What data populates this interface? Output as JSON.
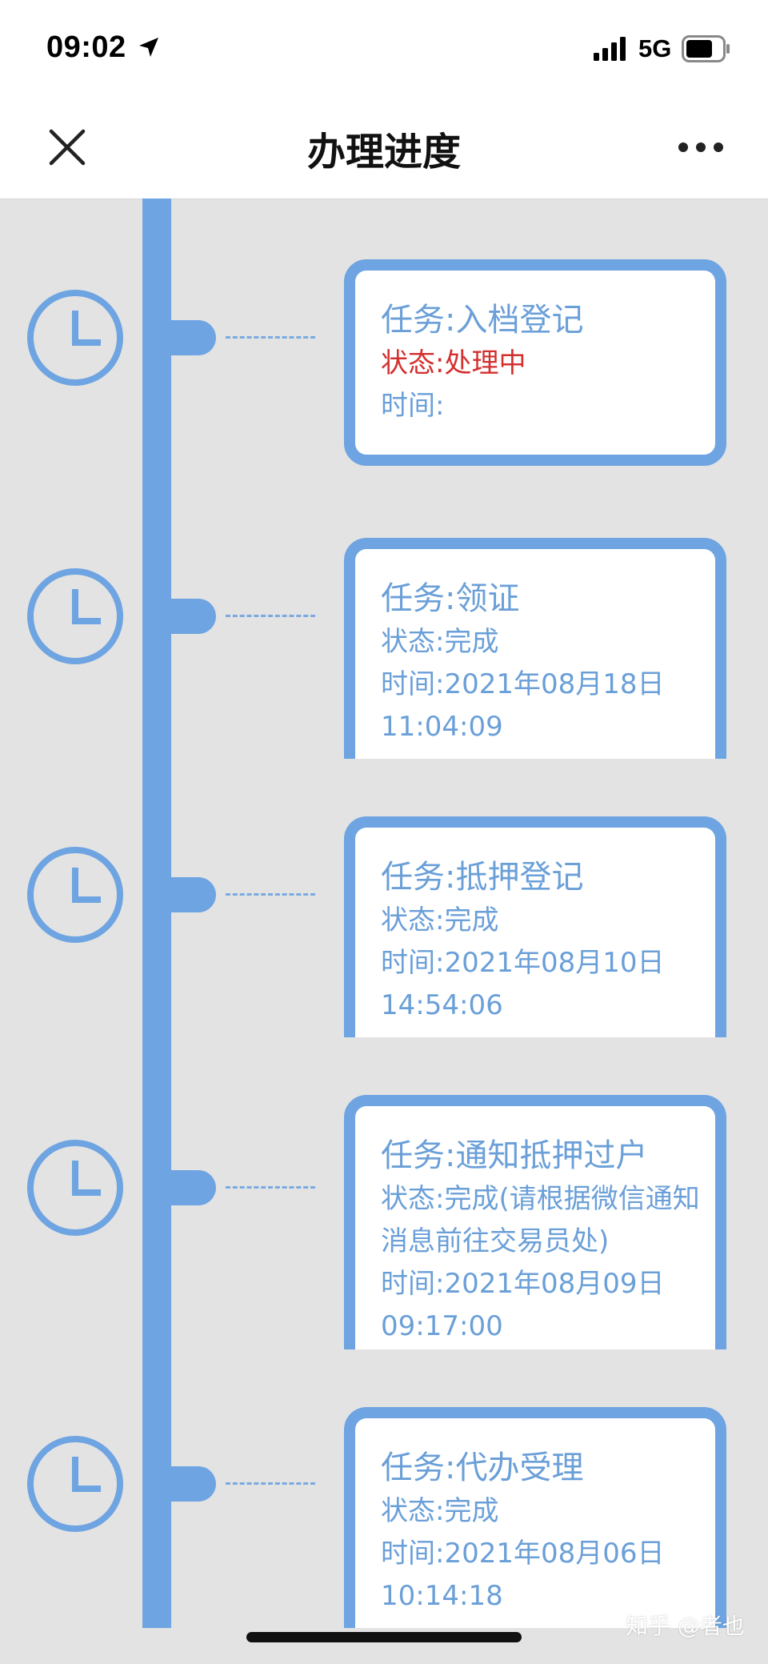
{
  "status_bar": {
    "time": "09:02",
    "network": "5G",
    "icons": [
      "location-arrow-icon",
      "signal-bars-icon",
      "battery-icon"
    ]
  },
  "header": {
    "title": "办理进度",
    "close_icon": "close-icon",
    "more_icon": "more-icon"
  },
  "colors": {
    "accent": "#6ea4e1",
    "text_blue": "#6a9fd8",
    "status_processing": "#d42f2f",
    "background": "#e3e3e3"
  },
  "timeline": {
    "items": [
      {
        "task": "任务:入档登记",
        "status": "状态:处理中",
        "time_line1": "时间:",
        "time_line2": ""
      },
      {
        "task": "任务:领证",
        "status": "状态:完成",
        "time_line1": "时间:2021年08月18日",
        "time_line2": "11:04:09"
      },
      {
        "task": "任务:抵押登记",
        "status": "状态:完成",
        "time_line1": "时间:2021年08月10日",
        "time_line2": "14:54:06"
      },
      {
        "task": "任务:通知抵押过户",
        "status": "状态:完成(请根据微信通知消息前往交易员处)",
        "time_line1": "时间:2021年08月09日",
        "time_line2": "09:17:00"
      },
      {
        "task": "任务:代办受理",
        "status": "状态:完成",
        "time_line1": "时间:2021年08月06日",
        "time_line2": "10:14:18"
      }
    ]
  },
  "watermark": "知乎 @者也"
}
